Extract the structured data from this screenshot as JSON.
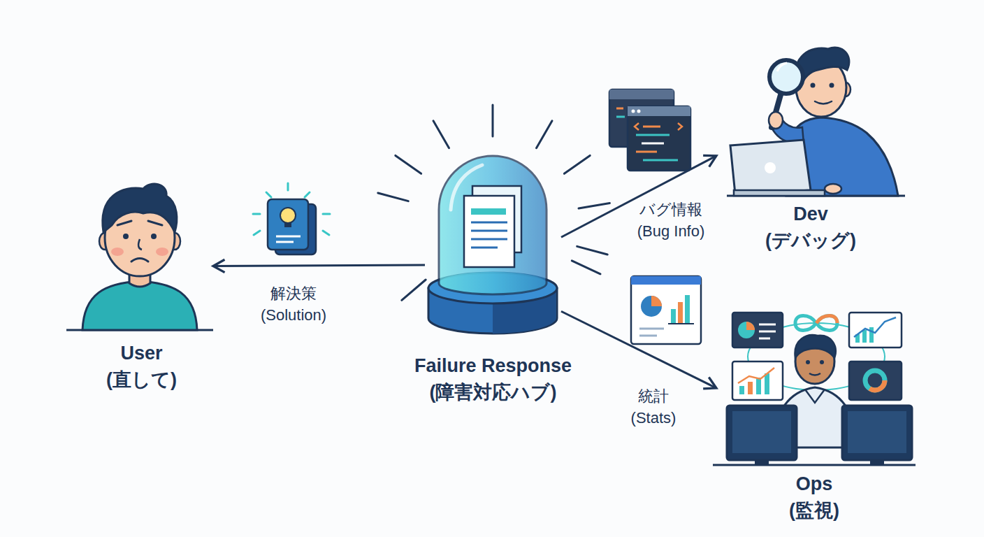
{
  "diagram": {
    "nodes": [
      {
        "text": [
          "User (直して)"
        ]
      },
      {
        "text": [
          "Failure Response (障害対応ハブ)"
        ]
      },
      {
        "text": [
          "Dev (デバッグ)"
        ]
      },
      {
        "text": [
          "Ops (監視)"
        ]
      }
    ],
    "edges": [
      {
        "from": 1,
        "to": 0,
        "arrow": "to",
        "label": "解決策 (Solution)"
      },
      {
        "from": 1,
        "to": 2,
        "arrow": "to",
        "label": "バグ情報 (Bug Info)"
      },
      {
        "from": 1,
        "to": 3,
        "arrow": "to",
        "label": "統計 (Stats)"
      }
    ]
  }
}
